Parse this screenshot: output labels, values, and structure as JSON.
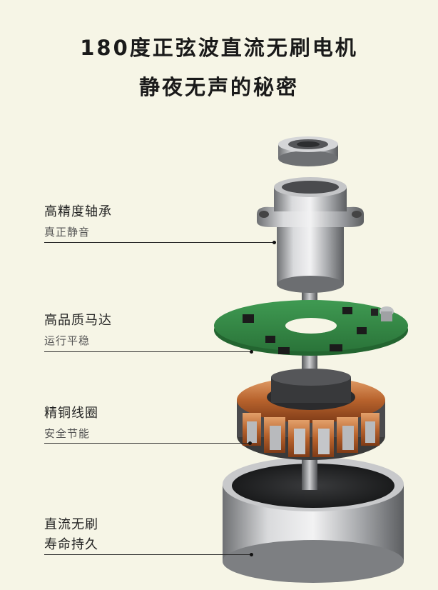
{
  "header": {
    "title_line1": "180度正弦波直流无刷电机",
    "title_line2": "静夜无声的秘密"
  },
  "callouts": [
    {
      "title": "高精度轴承",
      "subtitle": "真正静音"
    },
    {
      "title": "高品质马达",
      "subtitle": "运行平稳"
    },
    {
      "title": "精铜线圈",
      "subtitle": "安全节能"
    },
    {
      "title": "直流无刷",
      "subtitle": "寿命持久"
    }
  ],
  "parts": [
    "bearing",
    "bearing-housing",
    "circuit-board",
    "copper-coil-stator",
    "rotor-magnet"
  ]
}
